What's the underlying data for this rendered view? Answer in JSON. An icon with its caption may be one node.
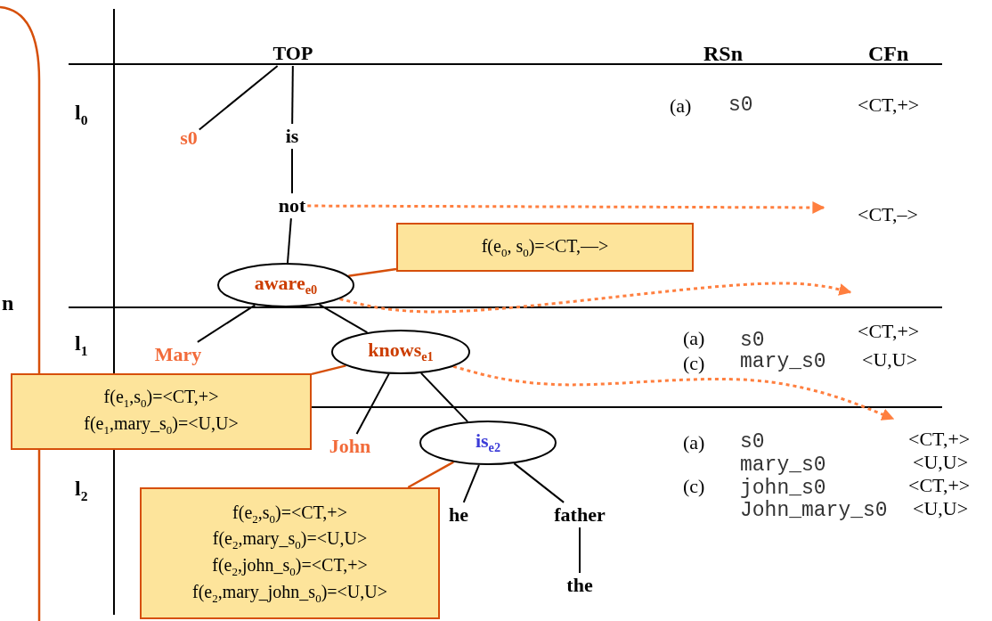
{
  "diagram": {
    "nodes": [
      {
        "text": [
          "TOP"
        ]
      },
      {
        "text": [
          "s0"
        ]
      },
      {
        "text": [
          "is"
        ]
      },
      {
        "text": [
          "not"
        ]
      },
      {
        "text": [
          "aware$_{e0}$"
        ]
      },
      {
        "text": [
          "f(e$_{0}$, s$_{0}$)=<CT,—>"
        ]
      },
      {
        "text": [
          "Mary"
        ]
      },
      {
        "text": [
          "knows$_{e1}$"
        ]
      },
      {
        "text": [
          "f(e$_{1}$,s$_{0}$)=<CT,+>",
          "f(e$_{1}$,mary_s$_{0}$)=<U,U>"
        ]
      },
      {
        "text": [
          "John"
        ]
      },
      {
        "text": [
          "is$_{e2}$"
        ]
      },
      {
        "text": [
          "f(e$_{2}$,s$_{0}$)=<CT,+>",
          "f(e$_{2}$,mary_s$_{0}$)=<U,U>",
          "f(e$_{2}$,john_s$_{0}$)=<CT,+>",
          "f(e$_{2}$,mary_john_s$_{0}$)=<U,U>"
        ]
      },
      {
        "text": [
          "he"
        ]
      },
      {
        "text": [
          "father"
        ]
      },
      {
        "text": [
          "the"
        ]
      }
    ],
    "edges": [
      {
        "from": 0,
        "to": 1,
        "arrow": "none"
      },
      {
        "from": 0,
        "to": 2,
        "arrow": "none"
      },
      {
        "from": 2,
        "to": 3,
        "arrow": "none"
      },
      {
        "from": 3,
        "to": 4,
        "arrow": "none"
      },
      {
        "from": 4,
        "to": 6,
        "arrow": "none"
      },
      {
        "from": 4,
        "to": 7,
        "arrow": "none"
      },
      {
        "from": 7,
        "to": 9,
        "arrow": "none"
      },
      {
        "from": 7,
        "to": 10,
        "arrow": "none"
      },
      {
        "from": 10,
        "to": 12,
        "arrow": "none"
      },
      {
        "from": 10,
        "to": 13,
        "arrow": "none"
      },
      {
        "from": 13,
        "to": 14,
        "arrow": "none"
      },
      {
        "from": 5,
        "to": 4,
        "arrow": "none",
        "color": "#d64f0a"
      },
      {
        "from": 8,
        "to": 7,
        "arrow": "none",
        "color": "#d64f0a"
      },
      {
        "from": 11,
        "to": 10,
        "arrow": "none",
        "color": "#d64f0a"
      },
      {
        "from": 3,
        "to": null,
        "arrow": "to",
        "style": "dashed",
        "color": "#ff7f3f"
      },
      {
        "from": 4,
        "to": null,
        "arrow": "to",
        "style": "dashed",
        "color": "#ff7f3f"
      },
      {
        "from": 7,
        "to": null,
        "arrow": "to",
        "style": "dashed",
        "color": "#ff7f3f"
      }
    ],
    "labels": [
      "n",
      "l$_{0}$",
      "RSn",
      "CFn",
      "(a)",
      "s0",
      "<CT,+>",
      "<CT,–>",
      "l$_{1}$",
      "<CT,+>",
      "(a)",
      "s0",
      "(c)",
      "mary_s0",
      "<U,U>",
      "l$_{2}$",
      "(a)",
      "s0",
      "<CT,+>",
      "mary_s0",
      "<U,U>",
      "(c)",
      "john_s0",
      "<CT,+>",
      "John_mary_s0",
      "<U,U>"
    ]
  }
}
